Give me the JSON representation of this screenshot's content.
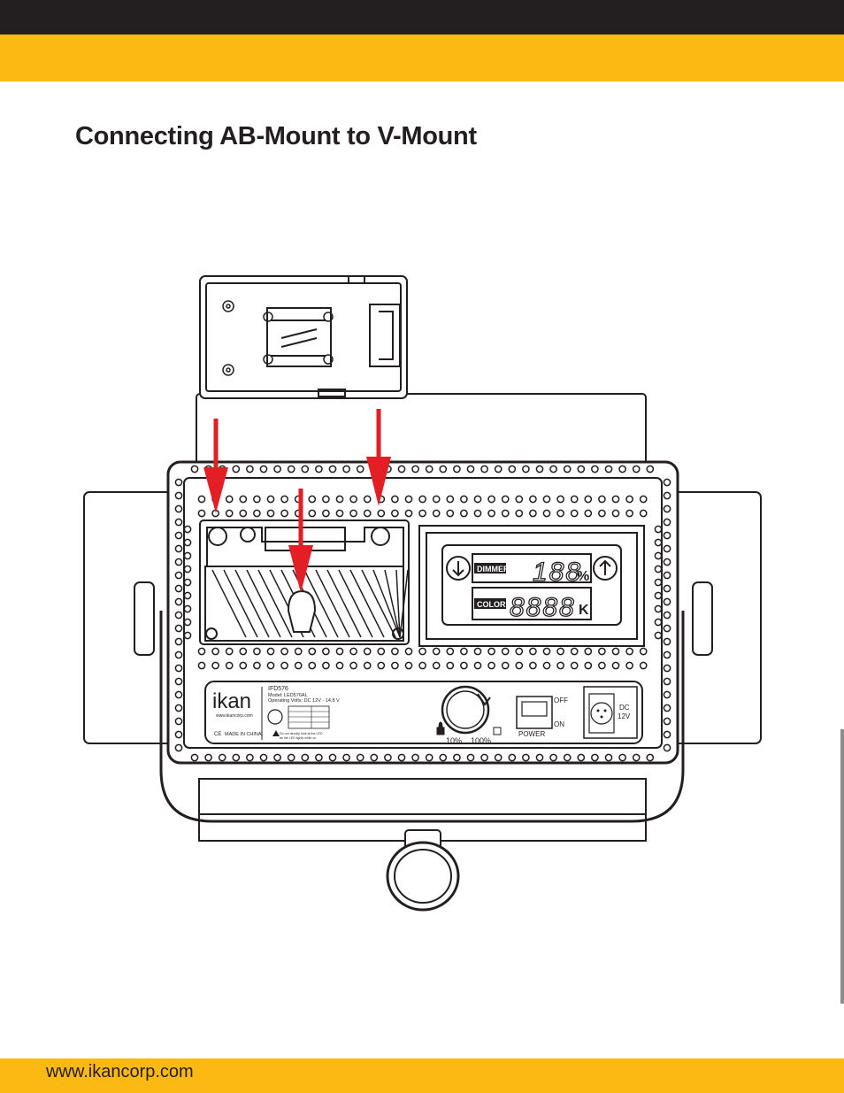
{
  "page": {
    "title": "Connecting AB-Mount to V-Mount",
    "footer_url": "www.ikancorp.com"
  },
  "diagram": {
    "logo_text": "ikan",
    "logo_url": "www.ikancorp.com",
    "made_in": "MADE IN CHINA",
    "model_number": "IFD576",
    "model_line": "Model: LED576AL",
    "volts_line": "Operating Volts: DC 12V - 14.8 V",
    "warning_line1": "Do not directly look at the LED",
    "warning_line2": "as the LED lights while on",
    "dimmer_label": "DIMMER",
    "color_label": "COLOR",
    "display_percent": "188",
    "percent_symbol": "%",
    "display_kelvin": "8888",
    "kelvin_symbol": "K",
    "knob_min": "10%",
    "knob_max": "100%",
    "switch_off": "OFF",
    "switch_on": "ON",
    "power_label": "POWER",
    "dc_label": "DC",
    "voltage_label": "12V"
  },
  "colors": {
    "gold": "#fdb913",
    "dark": "#231f20",
    "arrow_red": "#e31e24"
  }
}
